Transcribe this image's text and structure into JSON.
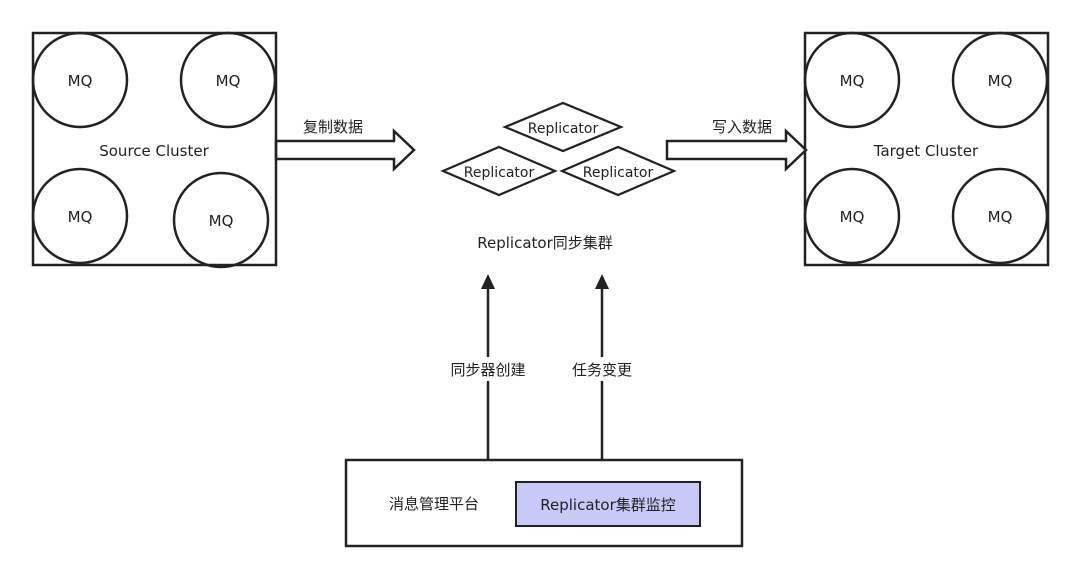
{
  "source_cluster": {
    "label": "Source Cluster",
    "nodes": [
      "MQ",
      "MQ",
      "MQ",
      "MQ"
    ]
  },
  "target_cluster": {
    "label": "Target Cluster",
    "nodes": [
      "MQ",
      "MQ",
      "MQ",
      "MQ"
    ]
  },
  "replicator_cluster": {
    "label": "Replicator同步集群",
    "replicators": [
      "Replicator",
      "Replicator",
      "Replicator"
    ]
  },
  "arrows": {
    "copy_data": "复制数据",
    "write_data": "写入数据",
    "create_syncer": "同步器创建",
    "task_change": "任务变更"
  },
  "platform": {
    "label": "消息管理平台",
    "monitor_label": "Replicator集群监控",
    "monitor_fill": "#c9c9f7"
  },
  "colors": {
    "stroke": "#222222",
    "background": "#ffffff"
  }
}
